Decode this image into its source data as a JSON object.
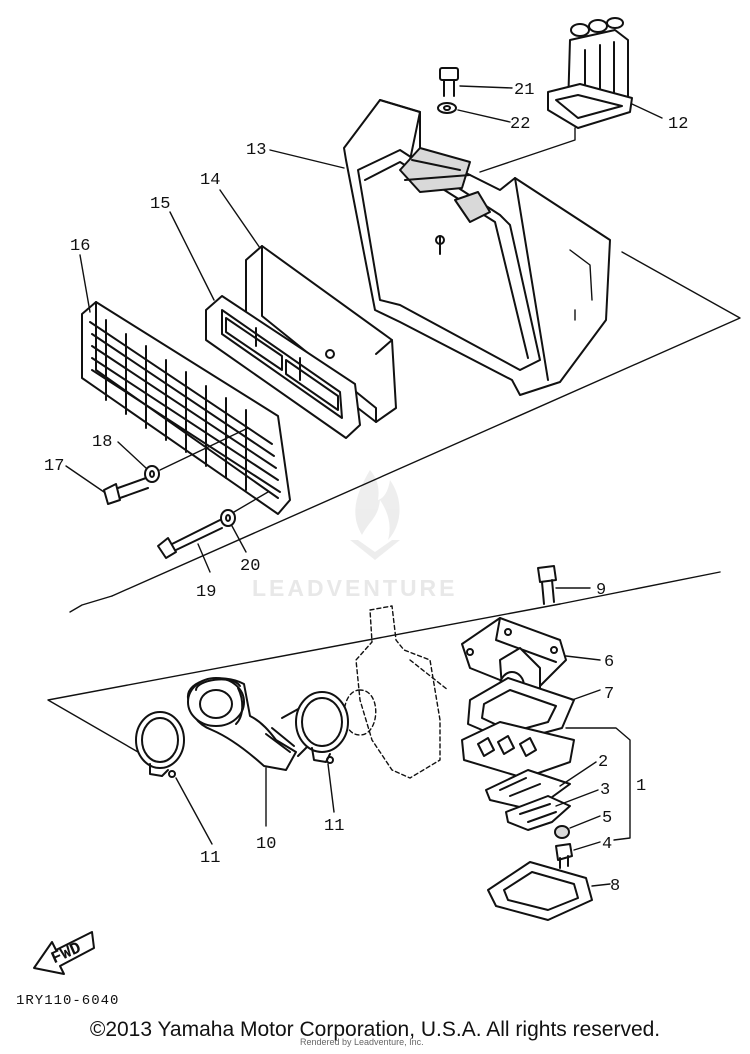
{
  "diagram": {
    "callouts": [
      "1",
      "2",
      "3",
      "4",
      "5",
      "6",
      "7",
      "8",
      "9",
      "10",
      "11",
      "12",
      "13",
      "14",
      "15",
      "16",
      "17",
      "18",
      "19",
      "20",
      "21",
      "22"
    ],
    "callout_11_second": "11",
    "drawing_code": "1RY110-6040",
    "fwd_label": "FWD",
    "watermark": "LEADVENTURE"
  },
  "footer": {
    "copyright": "©2013 Yamaha Motor Corporation, U.S.A. All rights reserved.",
    "credit": "Rendered by Leadventure, Inc."
  }
}
